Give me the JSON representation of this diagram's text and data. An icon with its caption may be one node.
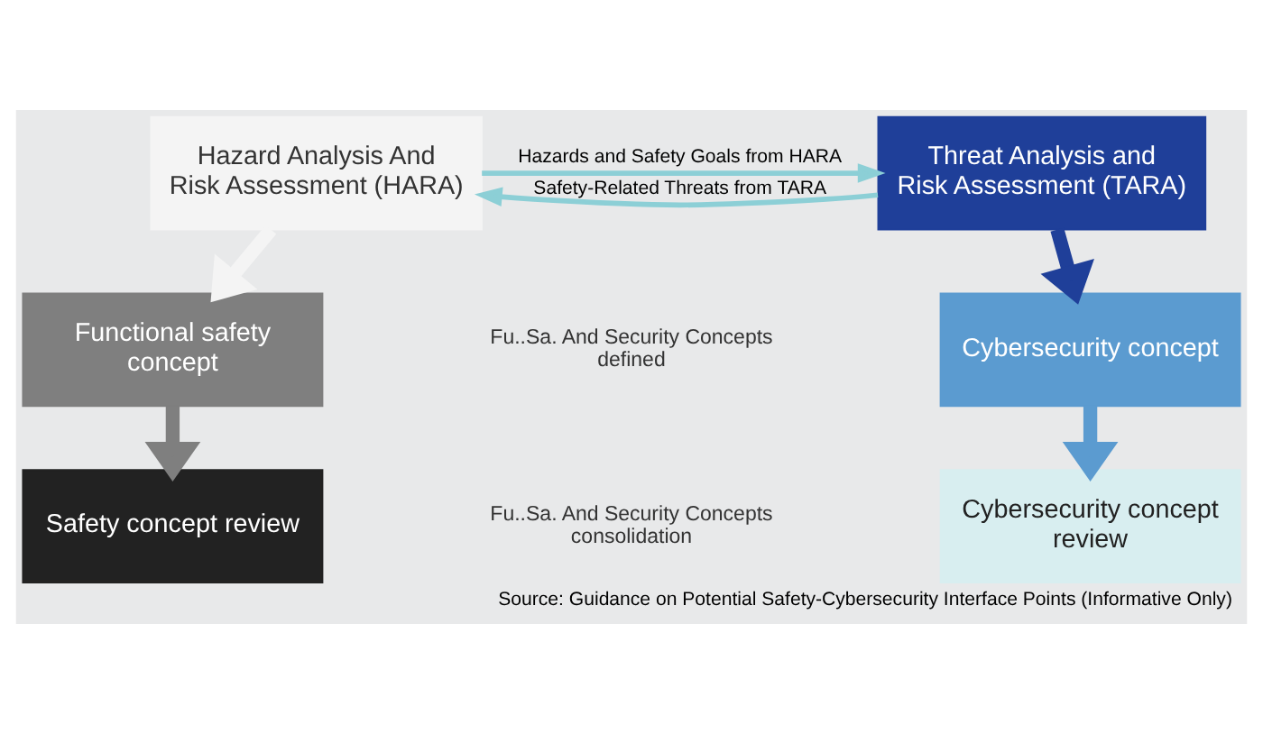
{
  "diagram": {
    "caption": "Source: Guidance on Potential Safety-Cybersecurity Interface Points (Informative Only)",
    "nodes": [
      {
        "text": [
          "Hazard Analysis And Risk Assessment (HARA)"
        ]
      },
      {
        "text": [
          "Threat Analysis and Risk Assessment (TARA)"
        ]
      },
      {
        "text": [
          "Functional safety concept"
        ]
      },
      {
        "text": [
          "Cybersecurity concept"
        ]
      },
      {
        "text": [
          "Safety concept review"
        ]
      },
      {
        "text": [
          "Cybersecurity concept review"
        ]
      }
    ],
    "edges": [
      {
        "from": 0,
        "to": 1,
        "arrow": "to",
        "label": "Hazards and Safety Goals from HARA",
        "color": "#8ccfd6"
      },
      {
        "from": 1,
        "to": 0,
        "arrow": "to",
        "label": "Safety-Related Threats from TARA",
        "color": "#8ccfd6"
      },
      {
        "from": 0,
        "to": 2,
        "arrow": "to",
        "color": "#f4f4f4"
      },
      {
        "from": 2,
        "to": 4,
        "arrow": "to",
        "color": "#7f7f7f"
      },
      {
        "from": 1,
        "to": 3,
        "arrow": "to",
        "color": "#1f3f99"
      },
      {
        "from": 3,
        "to": 5,
        "arrow": "to",
        "color": "#5b9bd0"
      }
    ],
    "labels": [
      "Fu..Sa. And Security Concepts defined",
      "Fu..Sa. And Security Concepts consolidation"
    ]
  }
}
